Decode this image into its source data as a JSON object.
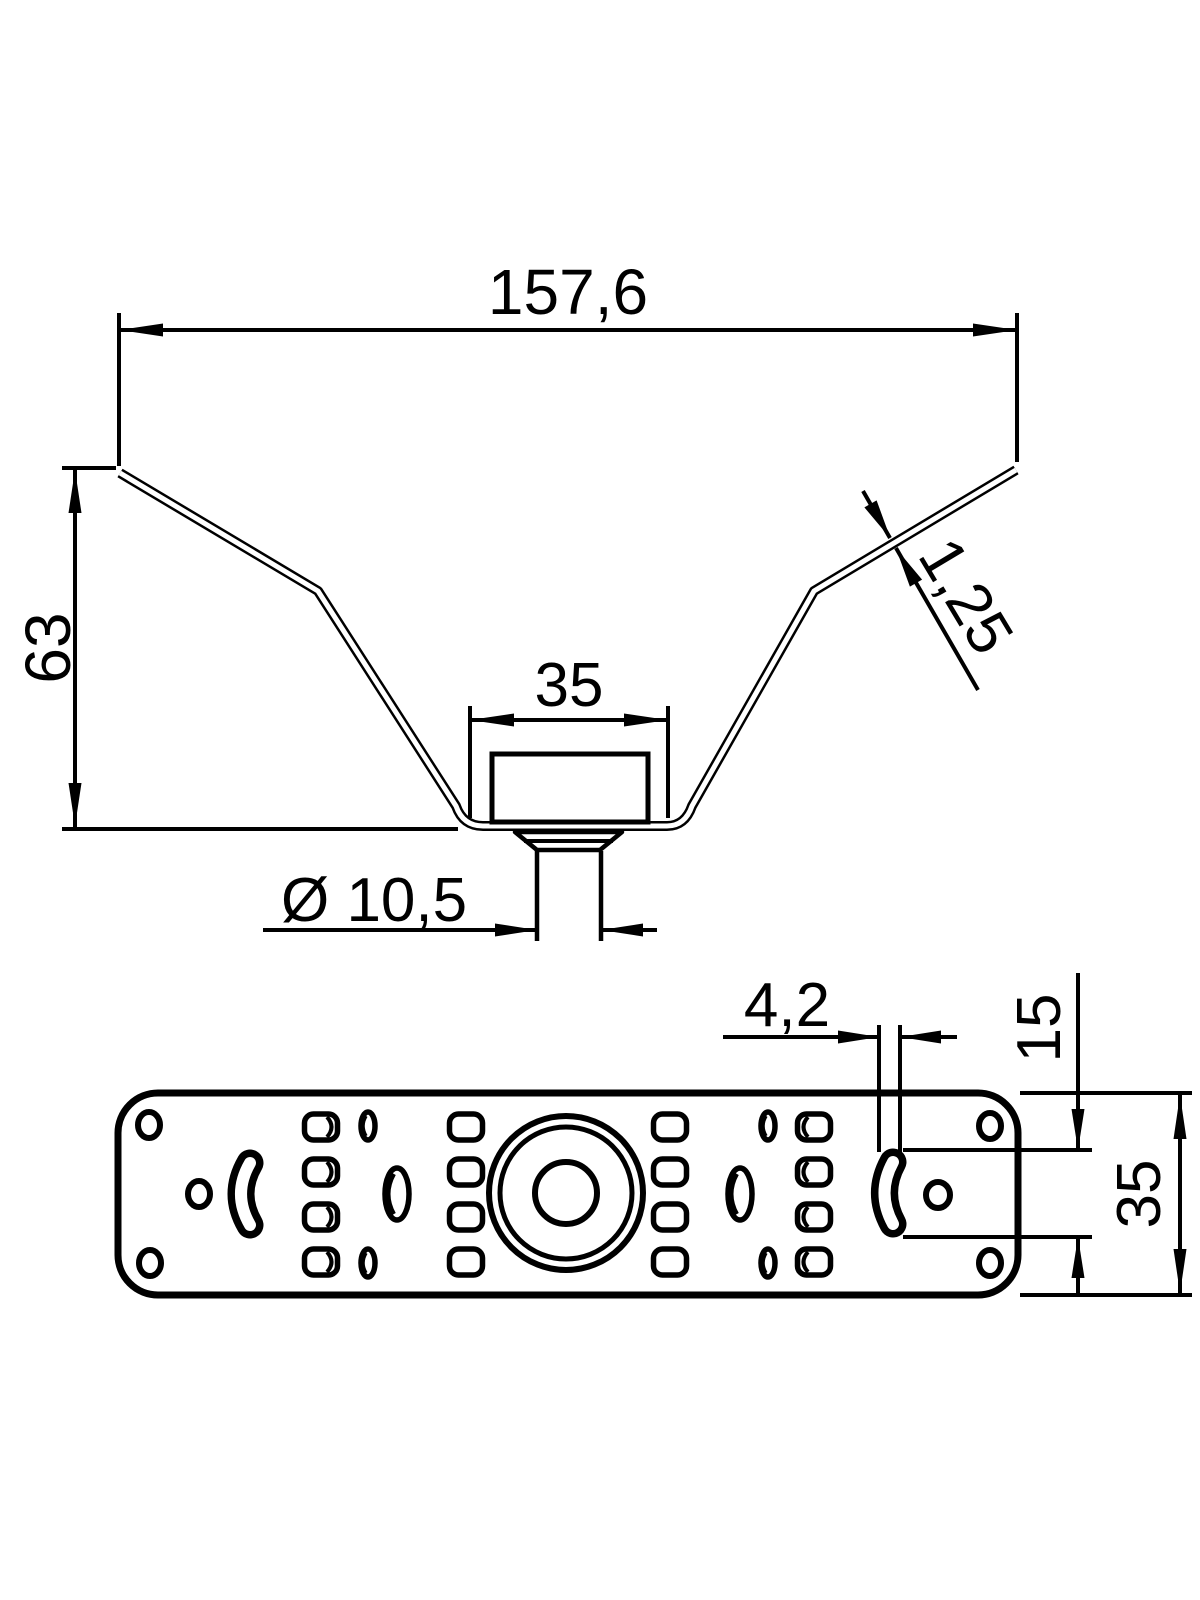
{
  "drawing": {
    "kind": "technical-drawing",
    "background_color": "#ffffff",
    "line_color": "#000000"
  },
  "dims": {
    "front_width": "157,6",
    "front_height": "63",
    "channel_inner_width": "35",
    "sheet_thickness": "1,25",
    "stud_diameter": "Ø 10,5",
    "slot_width": "4,2",
    "slot_length": "15",
    "plate_width": "35"
  }
}
